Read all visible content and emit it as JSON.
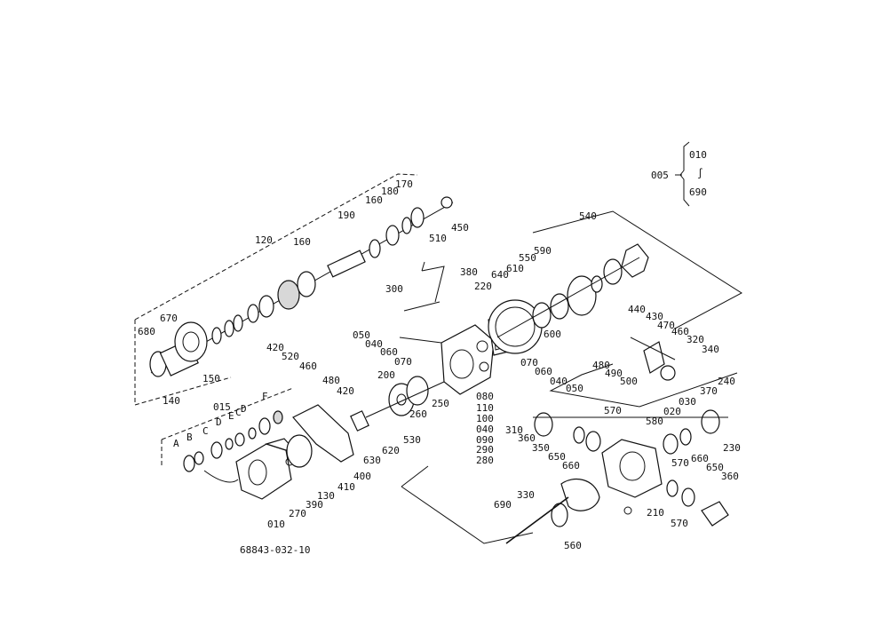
{
  "diagram": {
    "assembly_ref": {
      "main": "005",
      "from": "010",
      "tilde": "∫",
      "to": "690"
    },
    "drawing_number": "68843-032-10",
    "labels": [
      {
        "key": "l450",
        "text": "450"
      },
      {
        "key": "l170",
        "text": "170"
      },
      {
        "key": "l180",
        "text": "180"
      },
      {
        "key": "l160a",
        "text": "160"
      },
      {
        "key": "l190",
        "text": "190"
      },
      {
        "key": "l510",
        "text": "510"
      },
      {
        "key": "l120",
        "text": "120"
      },
      {
        "key": "l160b",
        "text": "160"
      },
      {
        "key": "l670",
        "text": "670"
      },
      {
        "key": "l680",
        "text": "680"
      },
      {
        "key": "l150",
        "text": "150"
      },
      {
        "key": "l140",
        "text": "140"
      },
      {
        "key": "l540",
        "text": "540"
      },
      {
        "key": "l590",
        "text": "590"
      },
      {
        "key": "l550",
        "text": "550"
      },
      {
        "key": "l610",
        "text": "610"
      },
      {
        "key": "l640",
        "text": "640"
      },
      {
        "key": "l600",
        "text": "600"
      },
      {
        "key": "l380",
        "text": "380"
      },
      {
        "key": "l220",
        "text": "220"
      },
      {
        "key": "l300",
        "text": "300"
      },
      {
        "key": "l050a",
        "text": "050"
      },
      {
        "key": "l040a",
        "text": "040"
      },
      {
        "key": "l060a",
        "text": "060"
      },
      {
        "key": "l070a",
        "text": "070"
      },
      {
        "key": "l440",
        "text": "440"
      },
      {
        "key": "l430",
        "text": "430"
      },
      {
        "key": "l470",
        "text": "470"
      },
      {
        "key": "l460a",
        "text": "460"
      },
      {
        "key": "l320",
        "text": "320"
      },
      {
        "key": "l340",
        "text": "340"
      },
      {
        "key": "l420a",
        "text": "420"
      },
      {
        "key": "l520",
        "text": "520"
      },
      {
        "key": "l460b",
        "text": "460"
      },
      {
        "key": "l070b",
        "text": "070"
      },
      {
        "key": "l060b",
        "text": "060"
      },
      {
        "key": "l040b",
        "text": "040"
      },
      {
        "key": "l050b",
        "text": "050"
      },
      {
        "key": "l480",
        "text": "480"
      },
      {
        "key": "l490",
        "text": "490"
      },
      {
        "key": "l500",
        "text": "500"
      },
      {
        "key": "l200",
        "text": "200"
      },
      {
        "key": "l480b",
        "text": "480"
      },
      {
        "key": "l420b",
        "text": "420"
      },
      {
        "key": "l080",
        "text": "080"
      },
      {
        "key": "l110",
        "text": "110"
      },
      {
        "key": "l100",
        "text": "100"
      },
      {
        "key": "l040c",
        "text": "040"
      },
      {
        "key": "l090",
        "text": "090"
      },
      {
        "key": "l290",
        "text": "290"
      },
      {
        "key": "l280",
        "text": "280"
      },
      {
        "key": "l260",
        "text": "260"
      },
      {
        "key": "l250",
        "text": "250"
      },
      {
        "key": "l530",
        "text": "530"
      },
      {
        "key": "l015",
        "text": "015"
      },
      {
        "key": "lC1",
        "text": "C"
      },
      {
        "key": "lF",
        "text": "F"
      },
      {
        "key": "lD1",
        "text": "D"
      },
      {
        "key": "lE",
        "text": "E"
      },
      {
        "key": "lC2",
        "text": "C"
      },
      {
        "key": "lD2",
        "text": "D"
      },
      {
        "key": "lA",
        "text": "A"
      },
      {
        "key": "lB",
        "text": "B"
      },
      {
        "key": "l630",
        "text": "630"
      },
      {
        "key": "l620",
        "text": "620"
      },
      {
        "key": "l400",
        "text": "400"
      },
      {
        "key": "l410",
        "text": "410"
      },
      {
        "key": "l130",
        "text": "130"
      },
      {
        "key": "l390",
        "text": "390"
      },
      {
        "key": "l270",
        "text": "270"
      },
      {
        "key": "l010",
        "text": "010"
      },
      {
        "key": "l240",
        "text": "240"
      },
      {
        "key": "l370",
        "text": "370"
      },
      {
        "key": "l030",
        "text": "030"
      },
      {
        "key": "l020",
        "text": "020"
      },
      {
        "key": "l580",
        "text": "580"
      },
      {
        "key": "l570a",
        "text": "570"
      },
      {
        "key": "l310",
        "text": "310"
      },
      {
        "key": "l360a",
        "text": "360"
      },
      {
        "key": "l350",
        "text": "350"
      },
      {
        "key": "l650a",
        "text": "650"
      },
      {
        "key": "l660a",
        "text": "660"
      },
      {
        "key": "l230",
        "text": "230"
      },
      {
        "key": "l570b",
        "text": "570"
      },
      {
        "key": "l660b",
        "text": "660"
      },
      {
        "key": "l650b",
        "text": "650"
      },
      {
        "key": "l360b",
        "text": "360"
      },
      {
        "key": "l330",
        "text": "330"
      },
      {
        "key": "l690",
        "text": "690"
      },
      {
        "key": "l210",
        "text": "210"
      },
      {
        "key": "l570c",
        "text": "570"
      },
      {
        "key": "l560",
        "text": "560"
      }
    ]
  }
}
